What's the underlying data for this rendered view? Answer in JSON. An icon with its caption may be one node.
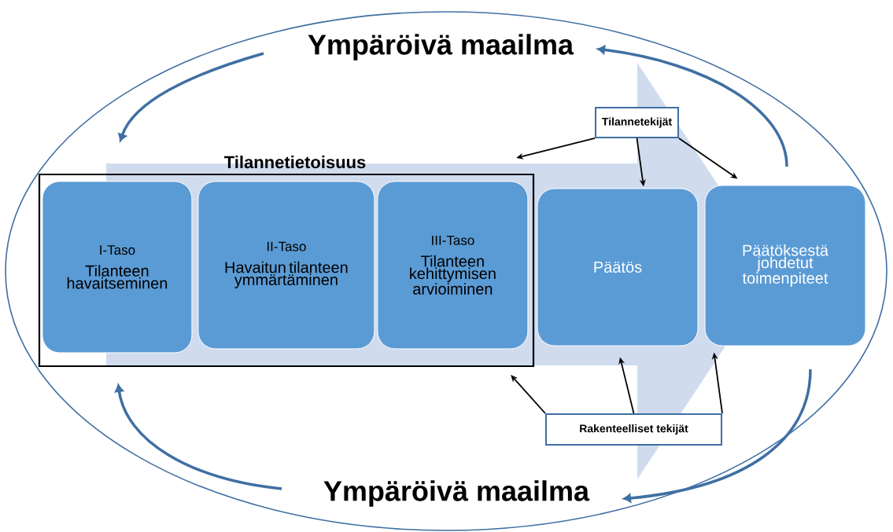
{
  "diagram": {
    "nodes": [
      {
        "text": [
          "Tilannetietoisuus"
        ]
      },
      {
        "text": [
          "I-Taso",
          "Tilanteen havaitseminen"
        ],
        "in": 0
      },
      {
        "text": [
          "II-Taso",
          "Havaitun tilanteen ymmärtäminen"
        ],
        "in": 0
      },
      {
        "text": [
          "III-Taso",
          "Tilanteen kehittymisen arvioiminen"
        ],
        "in": 0
      },
      {
        "text": [
          "Päätös"
        ]
      },
      {
        "text": [
          "Päätöksestä johdetut toimenpiteet"
        ]
      },
      {
        "text": [
          "Tilannetekijät"
        ]
      },
      {
        "text": [
          "Rakenteelliset tekijät"
        ]
      }
    ],
    "edges": [
      {
        "from": 6,
        "to": 0,
        "arrow": "to"
      },
      {
        "from": 6,
        "to": 4,
        "arrow": "to"
      },
      {
        "from": 6,
        "to": 5,
        "arrow": "to"
      },
      {
        "from": 7,
        "to": 0,
        "arrow": "to"
      },
      {
        "from": 7,
        "to": 4,
        "arrow": "to"
      },
      {
        "from": 7,
        "to": 5,
        "arrow": "to"
      },
      {
        "from": 1,
        "to": 5,
        "arrow": "to",
        "style": "thick"
      }
    ],
    "labels": [
      "Ympäröivä maailma",
      "Ympäröivä maailma"
    ]
  }
}
